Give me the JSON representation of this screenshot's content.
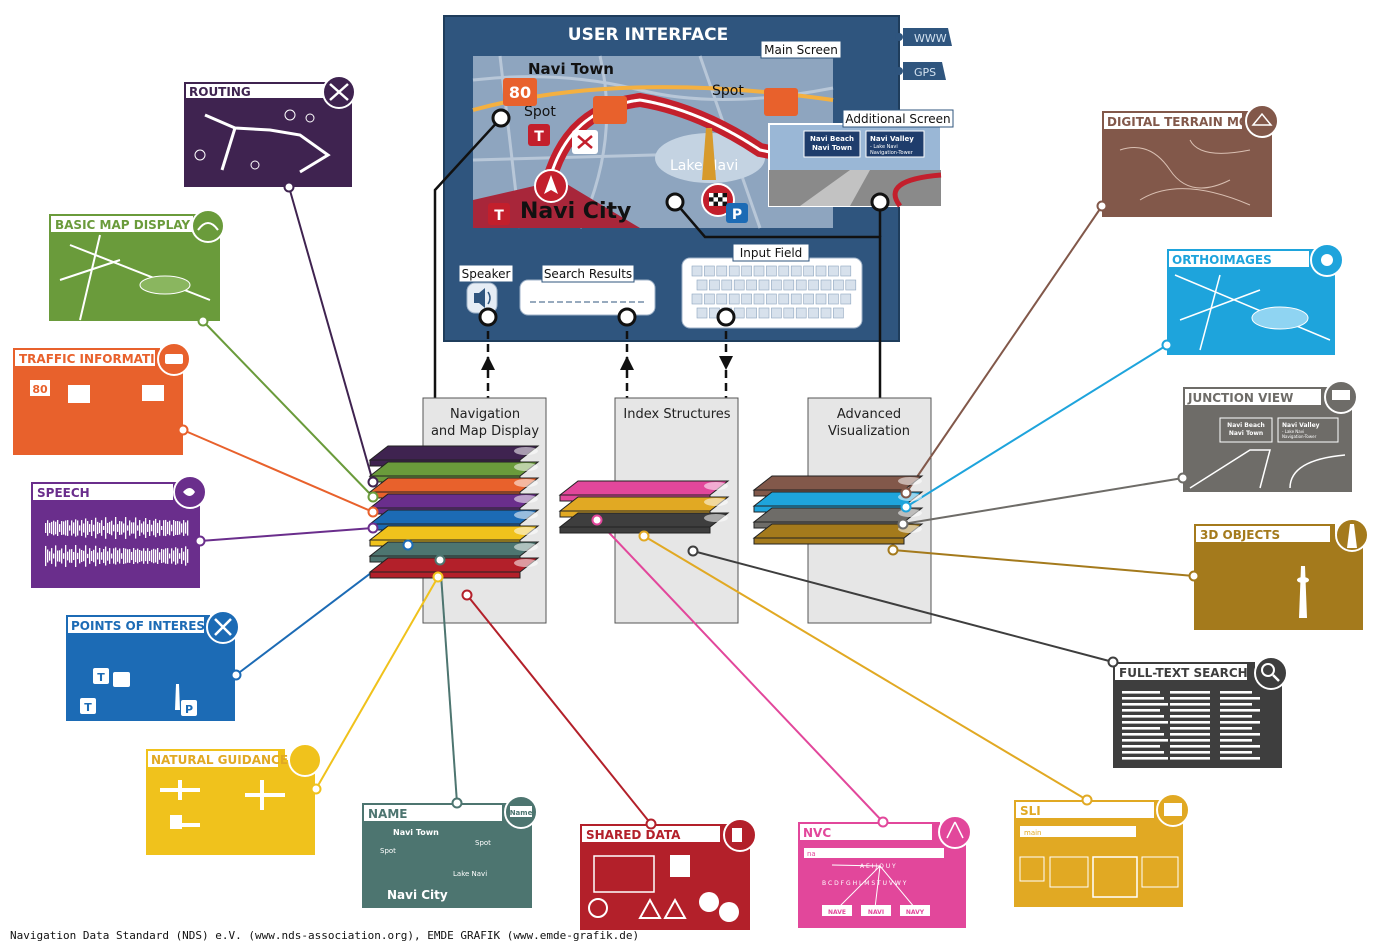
{
  "ui": {
    "title": "USER INTERFACE",
    "main_screen": "Main Screen",
    "additional_screen": "Additional Screen",
    "www": "WWW",
    "gps": "GPS",
    "speaker": "Speaker",
    "search_results": "Search Results",
    "input_field": "Input Field",
    "map": {
      "navi_town": "Navi Town",
      "spot1": "Spot",
      "spot2": "Spot",
      "lake": "Lake Navi",
      "navi_city": "Navi City",
      "speed": "80",
      "sign1_line1": "Navi Beach",
      "sign1_line2": "Navi Town",
      "sign2_line1": "Navi Valley",
      "sign2_line2": "- Lake Navi",
      "sign2_line3": "Navigation-Tower"
    }
  },
  "components": {
    "nav": "Navigation\nand Map Display",
    "index": "Index Structures",
    "adv": "Advanced\nVisualization"
  },
  "cards": {
    "routing": "ROUTING",
    "basic_map": "BASIC MAP DISPLAY",
    "traffic": "TRAFFIC INFORMATION",
    "traffic_speed": "80",
    "speech": "SPEECH",
    "poi": "POINTS OF INTEREST",
    "natural": "NATURAL GUIDANCE",
    "name": "NAME",
    "name_badge": "Name",
    "name_navi_town": "Navi Town",
    "name_spot1": "Spot",
    "name_spot2": "Spot",
    "name_lake": "Lake Navi",
    "name_city": "Navi City",
    "shared": "SHARED DATA",
    "nvc": "NVC",
    "nvc_input": "na",
    "nvc_letters1": "A E I J O U Y",
    "nvc_letters2": "B C D F G H L M S T U V W Y",
    "nvc_btn1": "NAVE",
    "nvc_btn2": "NAVI",
    "nvc_btn3": "NAVY",
    "sli": "SLI",
    "sli_input": "main",
    "fulltext": "FULL-TEXT SEARCH",
    "dtm": "DIGITAL TERRAIN MODEL",
    "ortho": "ORTHOIMAGES",
    "junction": "JUNCTION VIEW",
    "objects": "3D OBJECTS"
  },
  "footer": "Navigation Data Standard (NDS) e.V. (www.nds-association.org), EMDE GRAFIK (www.emde-grafik.de)",
  "colors": {
    "ui_blue": "#2f557e",
    "routing": "#3f2350",
    "basic_map": "#6a9b3b",
    "traffic": "#e8612c",
    "speech": "#6a2e8c",
    "poi": "#1c6bb5",
    "natural": "#f0c21c",
    "name": "#4d7570",
    "shared": "#b3202a",
    "nvc": "#e2479b",
    "sli": "#e1a923",
    "fulltext": "#3e3e3e",
    "dtm": "#82584a",
    "ortho": "#1ea4dc",
    "junction": "#6e6c68",
    "objects": "#a47a1c"
  }
}
